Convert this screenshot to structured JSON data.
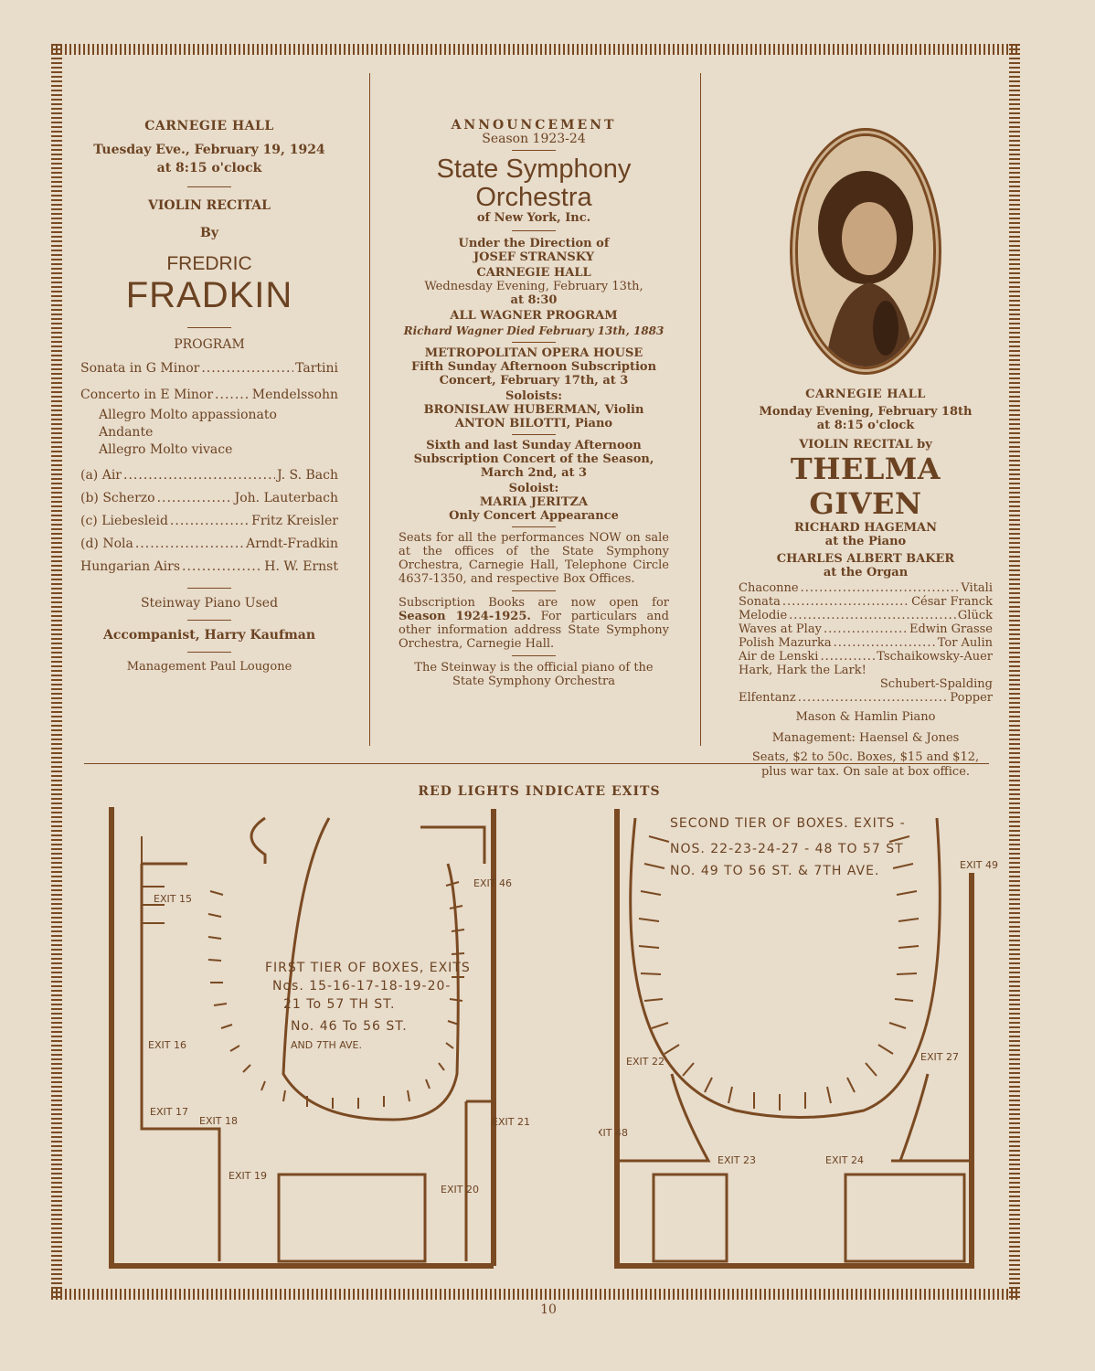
{
  "left": {
    "venue": "CARNEGIE HALL",
    "date": "Tuesday Eve., February 19, 1924",
    "time": "at 8:15 o'clock",
    "event": "VIOLIN RECITAL",
    "by": "By",
    "first_name": "FREDRIC",
    "last_name": "FRADKIN",
    "program_heading": "PROGRAM",
    "program": [
      {
        "piece": "Sonata in G Minor",
        "composer": "Tartini"
      },
      {
        "piece": "Concerto in E Minor",
        "composer": "Mendelssohn"
      }
    ],
    "movements": [
      "Allegro Molto appassionato",
      "Andante",
      "Allegro Molto vivace"
    ],
    "program2": [
      {
        "piece": "(a)  Air",
        "composer": "J. S. Bach"
      },
      {
        "piece": "(b)  Scherzo",
        "composer": "Joh. Lauterbach"
      },
      {
        "piece": "(c)  Liebesleid",
        "composer": "Fritz Kreisler"
      },
      {
        "piece": "(d)  Nola",
        "composer": "Arndt-Fradkin"
      },
      {
        "piece": "Hungarian Airs",
        "composer": "H. W. Ernst"
      }
    ],
    "piano": "Steinway Piano Used",
    "accompanist": "Accompanist, Harry Kaufman",
    "management": "Management Paul Lougone"
  },
  "middle": {
    "announcement": "ANNOUNCEMENT",
    "season": "Season 1923-24",
    "title1": "State Symphony",
    "title2": "Orchestra",
    "title3": "of New York, Inc.",
    "direction": "Under the Direction of",
    "conductor": "JOSEF STRANSKY",
    "venue": "CARNEGIE HALL",
    "date1": "Wednesday Evening, February 13th,",
    "time1": "at 8:30",
    "program": "ALL WAGNER PROGRAM",
    "wagner": "Richard Wagner Died February 13th, 1883",
    "venue2": "METROPOLITAN OPERA HOUSE",
    "concert2a": "Fifth Sunday Afternoon Subscription",
    "concert2b": "Concert, February 17th, at 3",
    "soloists": "Soloists:",
    "soloist1": "BRONISLAW HUBERMAN, Violin",
    "soloist2": "ANTON BILOTTI, Piano",
    "concert3a": "Sixth and last Sunday Afternoon",
    "concert3b": "Subscription Concert of the Season,",
    "concert3c": "March 2nd, at 3",
    "soloist_label": "Soloist:",
    "soloist3": "MARIA JERITZA",
    "soloist3note": "Only Concert Appearance",
    "seats": "Seats for all the performances NOW on sale at the offices of the State Symphony Orchestra, Carnegie Hall, Telephone Circle 4637-1350, and respective Box Offices.",
    "books_a": "Subscription Books are now open for",
    "books_b": "Season 1924-1925.",
    "books_c": " For particulars and other information address State Symphony Orchestra, Carnegie Hall.",
    "steinway": "The Steinway is the official piano of the State Symphony Orchestra"
  },
  "right": {
    "venue": "CARNEGIE HALL",
    "date": "Monday Evening, February 18th",
    "time": "at 8:15 o'clock",
    "recital": "VIOLIN RECITAL by",
    "name": "THELMA GIVEN",
    "pianist": "RICHARD HAGEMAN",
    "pianist_role": "at the Piano",
    "organist": "CHARLES ALBERT BAKER",
    "organist_role": "at the Organ",
    "program": [
      {
        "piece": "Chaconne",
        "composer": "Vitali"
      },
      {
        "piece": "Sonata",
        "composer": "César Franck"
      },
      {
        "piece": "Melodie",
        "composer": "Glück"
      },
      {
        "piece": "Waves at Play",
        "composer": "Edwin Grasse"
      },
      {
        "piece": "Polish Mazurka",
        "composer": "Tor Aulin"
      },
      {
        "piece": "Air de Lenski",
        "composer": "Tschaikowsky-Auer"
      }
    ],
    "hark": "Hark, Hark the Lark!",
    "hark_composer": "Schubert-Spalding",
    "last": {
      "piece": "Elfentanz",
      "composer": "Popper"
    },
    "piano": "Mason & Hamlin Piano",
    "management": "Management: Haensel & Jones",
    "seats": "Seats, $2 to 50c. Boxes, $15 and $12, plus war tax. On sale at box office."
  },
  "plan": {
    "heading": "RED LIGHTS INDICATE EXITS",
    "first_tier": [
      "FIRST TIER OF BOXES, EXITS",
      "Nos. 15-16-17-18-19-20-",
      "21 To 57 TH ST.",
      "No. 46 To 56 ST.",
      "AND 7TH AVE."
    ],
    "second_tier": [
      "SECOND TIER OF BOXES. EXITS -",
      "NOS. 22-23-24-27 - 48 TO 57 ST",
      "NO. 49 TO 56 ST. & 7TH AVE."
    ],
    "exits_left": [
      "EXIT 15",
      "EXIT 16",
      "EXIT 17",
      "EXIT 18",
      "EXIT 19",
      "EXIT 20",
      "EXIT 21",
      "EXIT 46"
    ],
    "exits_right": [
      "EXIT 22",
      "EXIT 23",
      "EXIT 24",
      "EXIT 27",
      "EXIT 48",
      "EXIT 49"
    ]
  },
  "page_number": "10"
}
